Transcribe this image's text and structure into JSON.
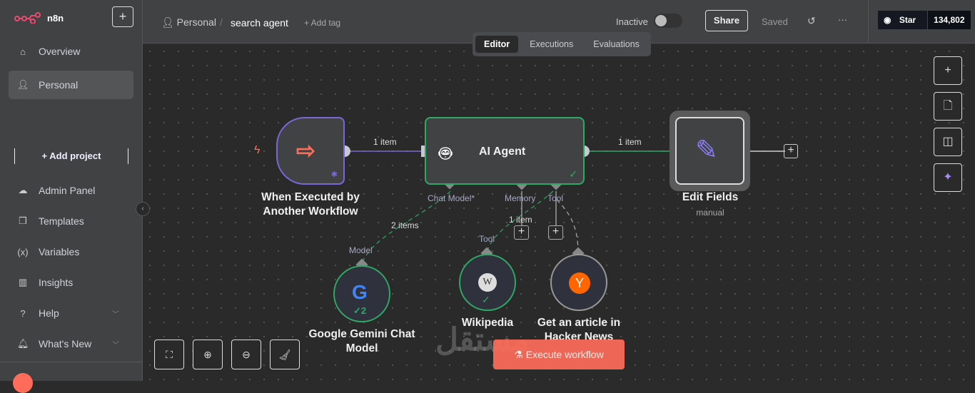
{
  "app": {
    "name": "n8n",
    "new_label": "+"
  },
  "sidebar": {
    "items": [
      {
        "label": "Overview",
        "icon": "home-icon"
      },
      {
        "label": "Personal",
        "icon": "user-icon"
      }
    ],
    "add_project": "+ Add project",
    "bottom_items": [
      {
        "label": "Admin Panel"
      },
      {
        "label": "Templates"
      },
      {
        "label": "Variables"
      },
      {
        "label": "Insights"
      },
      {
        "label": "Help"
      },
      {
        "label": "What's New"
      }
    ]
  },
  "header": {
    "project": "Personal",
    "workflow": "search agent",
    "add_tag": "+ Add tag",
    "status": "Inactive",
    "share": "Share",
    "saved": "Saved",
    "more": "···",
    "github_star": "Star",
    "github_count": "134,802"
  },
  "tabs": [
    "Editor",
    "Executions",
    "Evaluations"
  ],
  "nodes": {
    "trigger": {
      "label": "When Executed by Another Workflow"
    },
    "agent": {
      "label": "AI Agent",
      "ports": [
        "Chat Model*",
        "Memory",
        "Tool"
      ]
    },
    "edit": {
      "label": "Edit Fields",
      "subtitle": "manual"
    },
    "gemini": {
      "label": "Google Gemini Chat Model",
      "port": "Model",
      "count": "✓2"
    },
    "wiki": {
      "label": "Wikipedia",
      "port": "Tool"
    },
    "hn": {
      "label": "Get an article in Hacker News"
    }
  },
  "edges": {
    "e1": "1 item",
    "e2": "1 item",
    "e3": "2 items",
    "e4": "1 item"
  },
  "execute": "Execute workflow",
  "watermark": "مستقل mostaql.com"
}
